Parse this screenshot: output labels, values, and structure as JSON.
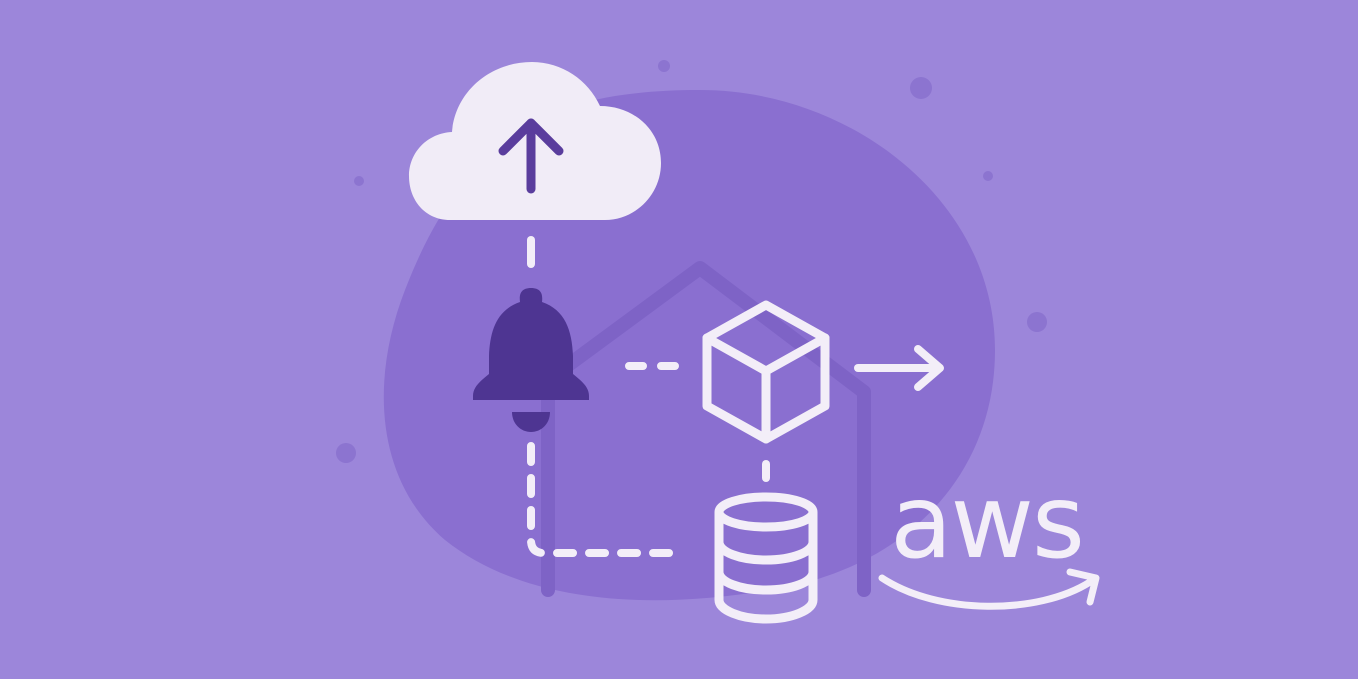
{
  "diagram": {
    "nodes": [
      {
        "id": "cloud",
        "icon": "cloud-upload-icon"
      },
      {
        "id": "notification",
        "icon": "bell-icon"
      },
      {
        "id": "compute",
        "icon": "cube-icon"
      },
      {
        "id": "storage",
        "icon": "database-icon"
      },
      {
        "id": "output",
        "icon": "arrow-right-icon"
      }
    ],
    "edges": [
      {
        "from": "cloud",
        "to": "notification",
        "style": "dashed"
      },
      {
        "from": "notification",
        "to": "compute",
        "style": "dashed"
      },
      {
        "from": "compute",
        "to": "output",
        "style": "solid-arrow"
      },
      {
        "from": "compute",
        "to": "storage",
        "style": "dashed"
      },
      {
        "from": "notification",
        "to": "storage",
        "style": "dashed"
      }
    ]
  },
  "brand": {
    "wordmark": "aws",
    "logo_icon": "aws-smile-icon"
  },
  "colors": {
    "background": "#9c86da",
    "blob": "#8a6fd0",
    "light": "#f3eef8",
    "dark_accent": "#4e3592"
  }
}
